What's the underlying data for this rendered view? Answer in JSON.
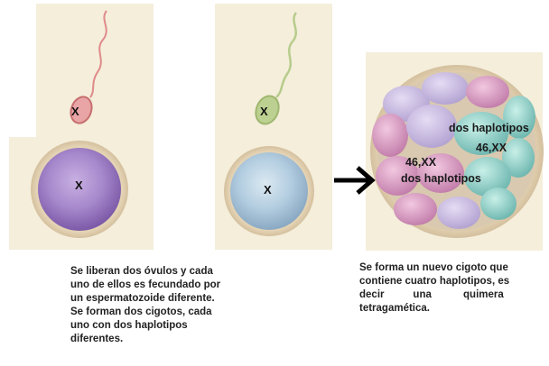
{
  "labels": {
    "sperm_left": "X",
    "sperm_right": "X",
    "egg_left": "X",
    "egg_right": "X"
  },
  "embryo": {
    "top_label": "dos haplotipos",
    "top_karyotype": "46,XX",
    "left_karyotype": "46,XX",
    "left_label": "dos haplotipos"
  },
  "captions": {
    "left": [
      "Se liberan dos óvulos y cada",
      "uno de ellos es fecundado por",
      "un espermatozoide diferente.",
      "Se forman dos cigotos, cada",
      "uno   con   dos   haplotipos",
      "diferentes."
    ],
    "right": [
      "Se forma un nuevo cigoto que",
      "contiene cuatro haplotipos, es",
      "decir          una           quimera",
      "tetragamética."
    ]
  },
  "colors": {
    "panel_bg": "#f4eedb",
    "egg_left": "#9a7bc4",
    "egg_right": "#a9c7dc",
    "sperm_left": "#e08a8a",
    "sperm_right": "#a9c27a",
    "arrow": "#000000"
  }
}
